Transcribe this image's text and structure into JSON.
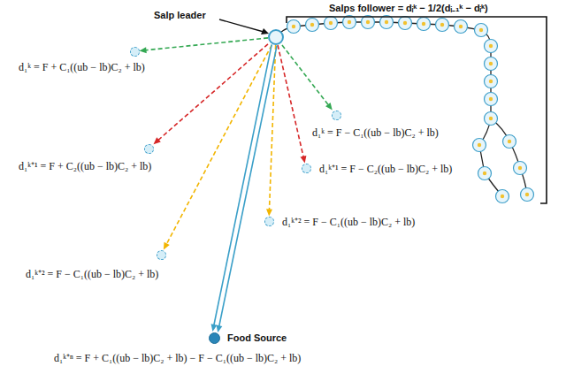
{
  "diagram": {
    "nodes": [
      {
        "text": [
          "Salp leader"
        ]
      },
      {
        "text": [
          "d₁ᵏ = F + C₁((ub − lb)C₂ + lb)"
        ]
      },
      {
        "text": [
          "d₁ᵏ⁺¹ = F + C₂((ub − lb)C₂ + lb)"
        ]
      },
      {
        "text": [
          "d₁ᵏ⁺² = F − C₁((ub − lb)C₂ + lb)"
        ]
      },
      {
        "text": [
          "d₁ᵏ = F − C₁((ub − lb)C₂ + lb)"
        ]
      },
      {
        "text": [
          "d₁ᵏ⁺¹ = F − C₂((ub − lb)C₂ + lb)"
        ]
      },
      {
        "text": [
          "d₁ᵏ⁺² = F − C₁((ub − lb)C₂ + lb)"
        ]
      },
      {
        "text": [
          "Food Source",
          "d₁ᵏ⁺ⁿ = F + C₁((ub − lb)C₂ + lb) − F − C₁((ub − lb)C₂ + lb)"
        ]
      }
    ],
    "edges": [
      {
        "from": 0,
        "to": 1,
        "arrow": "to"
      },
      {
        "from": 0,
        "to": 2,
        "arrow": "to"
      },
      {
        "from": 0,
        "to": 3,
        "arrow": "to"
      },
      {
        "from": 0,
        "to": 4,
        "arrow": "to"
      },
      {
        "from": 0,
        "to": 5,
        "arrow": "to"
      },
      {
        "from": 0,
        "to": 6,
        "arrow": "to"
      },
      {
        "from": 0,
        "to": 7,
        "arrow": "to"
      },
      {
        "from": 0,
        "to": 7,
        "arrow": "to"
      }
    ],
    "labels": [
      "Salps follower = dᵢᵏ − 1/2(dᵢ₋₁ᵏ − dᵢᵏ)"
    ]
  }
}
